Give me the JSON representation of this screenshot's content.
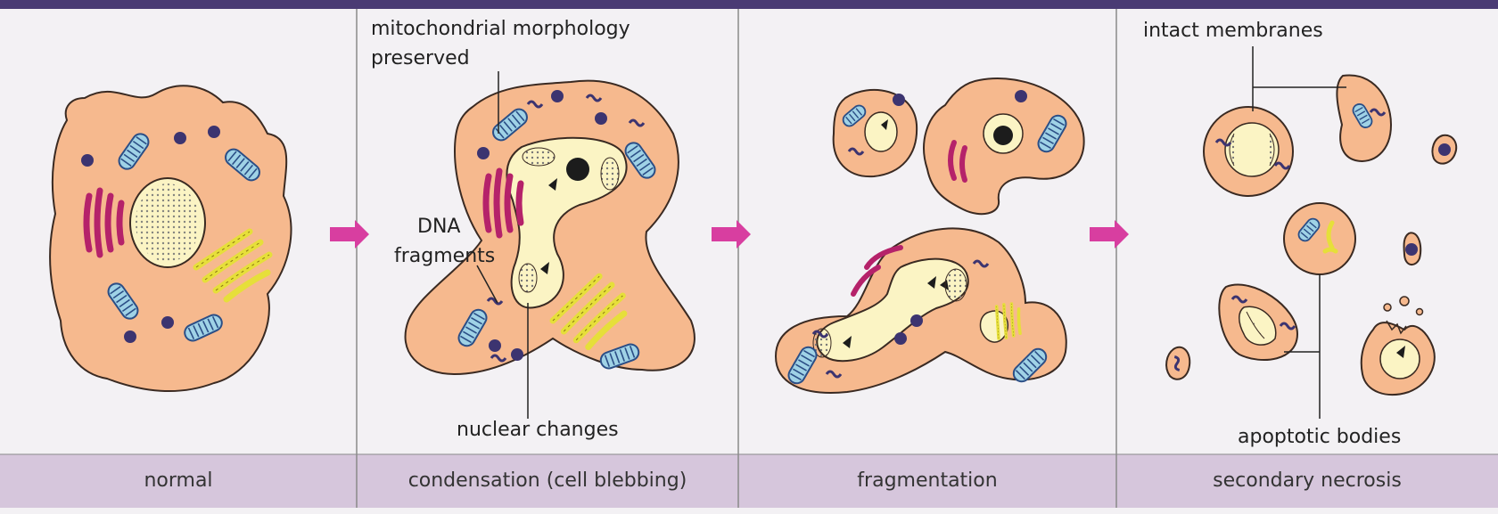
{
  "stages": [
    {
      "caption": "normal"
    },
    {
      "caption": "condensation (cell blebbing)"
    },
    {
      "caption": "fragmentation"
    },
    {
      "caption": "secondary necrosis"
    }
  ],
  "labels": {
    "mito_line1": "mitochondrial morphology",
    "mito_line2": "preserved",
    "dna_line1": "DNA",
    "dna_line2": "fragments",
    "nuclear": "nuclear changes",
    "intact": "intact membranes",
    "apoptotic": "apoptotic bodies"
  },
  "colors": {
    "cytoplasm": "#f6b98e",
    "nucleus": "#fbf4c4",
    "er": "#b5226a",
    "golgi": "#e6df3a",
    "mitochondria": "#9fd2e6",
    "vesicle": "#3c3470",
    "arrow": "#d83ea0",
    "header": "#4a3b74",
    "caption_band": "#d6c6dc"
  }
}
